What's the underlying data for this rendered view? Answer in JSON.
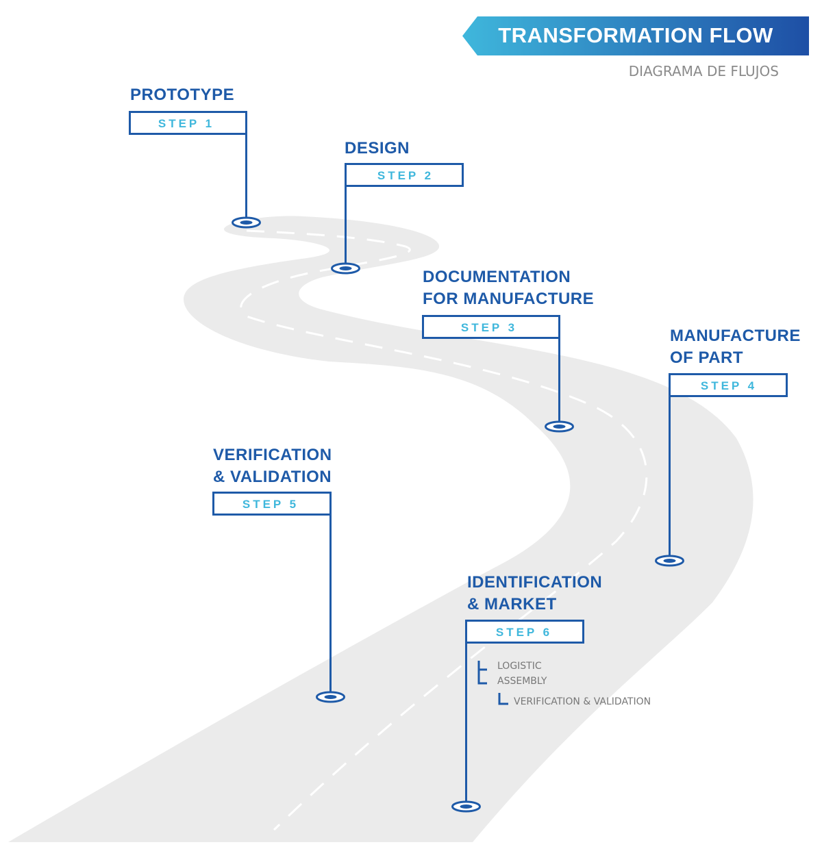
{
  "header": {
    "title": "TRANSFORMATION FLOW",
    "subtitle": "DIAGRAMA DE FLUJOS"
  },
  "steps": [
    {
      "title_lines": [
        "PROTOTYPE"
      ],
      "label": "STEP 1"
    },
    {
      "title_lines": [
        "DESIGN"
      ],
      "label": "STEP 2"
    },
    {
      "title_lines": [
        "DOCUMENTATION",
        "FOR MANUFACTURE"
      ],
      "label": "STEP 3"
    },
    {
      "title_lines": [
        "MANUFACTURE",
        "OF PART"
      ],
      "label": "STEP 4"
    },
    {
      "title_lines": [
        "VERIFICATION",
        "& VALIDATION"
      ],
      "label": "STEP 5"
    },
    {
      "title_lines": [
        "IDENTIFICATION",
        "& MARKET"
      ],
      "label": "STEP 6",
      "substeps": [
        "LOGISTIC",
        "ASSEMBLY",
        "VERIFICATION & VALIDATION"
      ]
    }
  ],
  "colors": {
    "accent": "#1E5AA8",
    "step_text": "#3FB7DC",
    "road": "#EBEBEB",
    "banner_start": "#3FB7DC",
    "banner_end": "#1E4FA5"
  }
}
